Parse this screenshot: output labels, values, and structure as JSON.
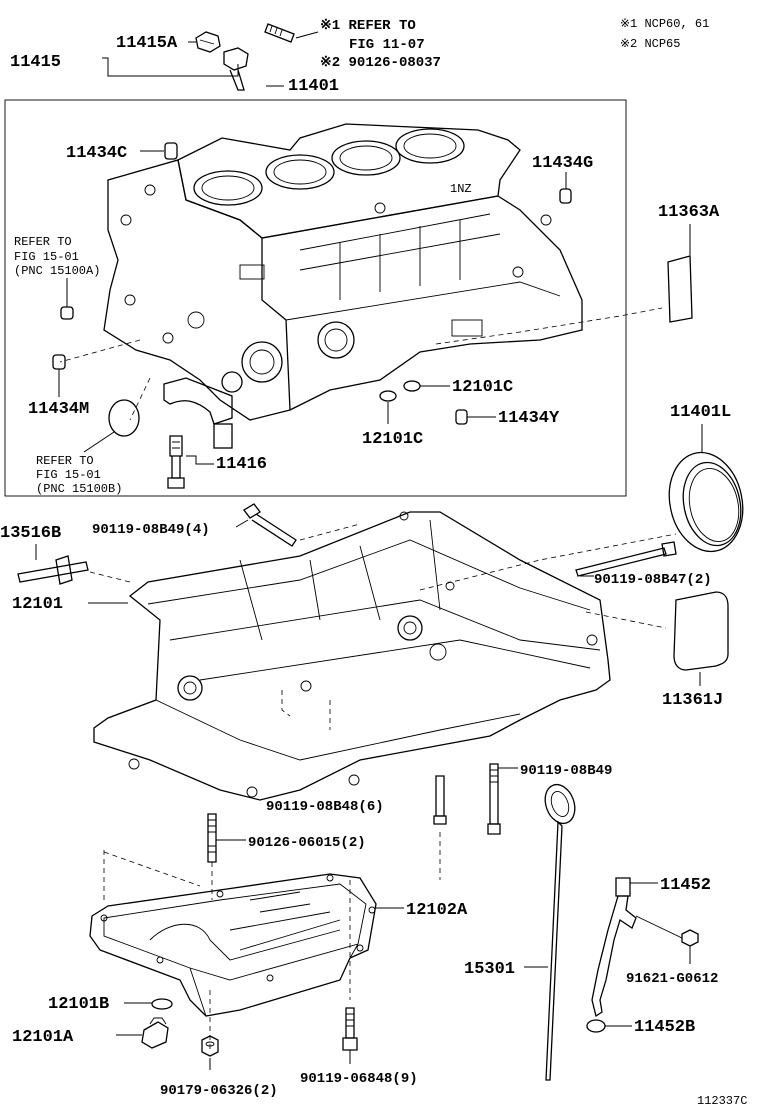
{
  "notes": {
    "n1_left": "※1 REFER TO",
    "n1_left2": "FIG 11-07",
    "n2_left": "※2 90126-08037",
    "n1_right": "※1 NCP60, 61",
    "n2_right": "※2 NCP65"
  },
  "refs": {
    "r1_line1": "REFER TO",
    "r1_line2": "FIG 15-01",
    "r1_line3": "(PNC 15100A)",
    "r2_line1": "REFER TO",
    "r2_line2": "FIG 15-01",
    "r2_line3": "(PNC 15100B)"
  },
  "labels": {
    "p11415A": "11415A",
    "p11415": "11415",
    "p11401": "11401",
    "p11434C": "11434C",
    "p11434G": "11434G",
    "p11363A": "11363A",
    "p11434M": "11434M",
    "p12101C_a": "12101C",
    "p12101C_b": "12101C",
    "p11434Y": "11434Y",
    "p11416": "11416",
    "p11401L": "11401L",
    "p13516B": "13516B",
    "p90119_08B49_4": "90119-08B49(4)",
    "p90119_08B47_2": "90119-08B47(2)",
    "p12101": "12101",
    "p11361J": "11361J",
    "p90119_08B49": "90119-08B49",
    "p90119_08B48_6": "90119-08B48(6)",
    "p90126_06015_2": "90126-06015(2)",
    "p11452": "11452",
    "p12102A": "12102A",
    "p15301": "15301",
    "p91621_G0612": "91621-G0612",
    "p12101B": "12101B",
    "p12101A": "12101A",
    "p11452B": "11452B",
    "p90119_06848_9": "90119-06848(9)",
    "p90179_06326_2": "90179-06326(2)"
  },
  "engine_mark": "1NZ",
  "figure_id": "112337C"
}
